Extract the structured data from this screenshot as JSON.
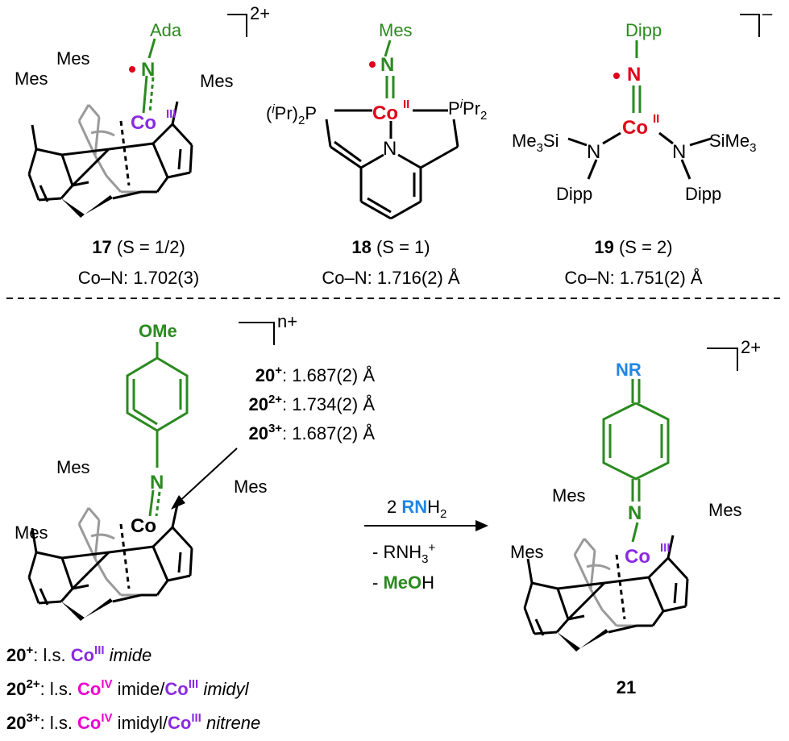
{
  "colors": {
    "black": "#000000",
    "gray": "#9a9a9a",
    "green": "#2a8a1f",
    "red": "#e0001a",
    "purple": "#8a2be2",
    "magenta": "#ee00cc",
    "blue": "#1f86e6"
  },
  "c17": {
    "charge": "2+",
    "top": "Ada",
    "metal": "Co",
    "ox": "III",
    "mesA": "Mes",
    "mesB": "Mes",
    "mesC": "Mes",
    "n": "N",
    "num": "17",
    "spin": "(S = 1/2)",
    "bond": "Co–N: 1.702(3)"
  },
  "c18": {
    "top": "Mes",
    "n": "N",
    "metal": "Co",
    "ox": "II",
    "pl_open": "(",
    "pl_i": "i",
    "pl_rest": "Pr)",
    "pl_2": "2",
    "pl_P": "P",
    "pr_P": "P",
    "pr_i": "i",
    "pr_Pr": "Pr",
    "pr_2": "2",
    "num": "18",
    "spin": "(S = 1)",
    "bond": "Co–N: 1.716(2) Å"
  },
  "c19": {
    "charge": "–",
    "top": "Dipp",
    "n": "N",
    "metal": "Co",
    "ox": "II",
    "me3l": "Me",
    "me3l_3": "3",
    "sil": "Si",
    "sir": "SiMe",
    "sir_3": "3",
    "dippl": "Dipp",
    "dippr": "Dipp",
    "num": "19",
    "spin": "(S = 2)",
    "bond": "Co–N: 1.751(2) Å"
  },
  "c20": {
    "charge": "n+",
    "ome": "OMe",
    "n": "N",
    "metal": "Co",
    "mesA": "Mes",
    "mesB": "Mes",
    "mesC": "Mes",
    "lines": [
      {
        "num": "20",
        "sup": "+",
        "val": ": 1.687(2) Å"
      },
      {
        "num": "20",
        "sup": "2+",
        "val": ": 1.734(2) Å"
      },
      {
        "num": "20",
        "sup": "3+",
        "val": ": 1.687(2) Å"
      }
    ],
    "desc1": {
      "num": "20",
      "sup": "+",
      "t1": ": l.s. ",
      "co": "Co",
      "ox": "III",
      "it": " imide"
    },
    "desc2": {
      "num": "20",
      "sup": "2+",
      "t1": ": l.s. ",
      "co1": "Co",
      "ox1": "IV",
      "t2": " imide/",
      "co2": "Co",
      "ox2": "III",
      "it": " imidyl"
    },
    "desc3": {
      "num": "20",
      "sup": "3+",
      "t1": ": l.s. ",
      "co1": "Co",
      "ox1": "IV",
      "t2": " imidyl/",
      "co2": "Co",
      "ox2": "III",
      "it": " nitrene"
    }
  },
  "arrow": {
    "coef": "2 ",
    "rn": "RN",
    "h": "H",
    "h2": "2",
    "minus1": "- RNH",
    "sub3": "3",
    "plus": "+",
    "minus2": "- ",
    "meo": "MeO",
    "h_end": "H"
  },
  "c21": {
    "charge": "2+",
    "nr": "NR",
    "n": "N",
    "metal": "Co",
    "ox": "III",
    "mesA": "Mes",
    "mesB": "Mes",
    "mesC": "Mes",
    "num": "21"
  }
}
